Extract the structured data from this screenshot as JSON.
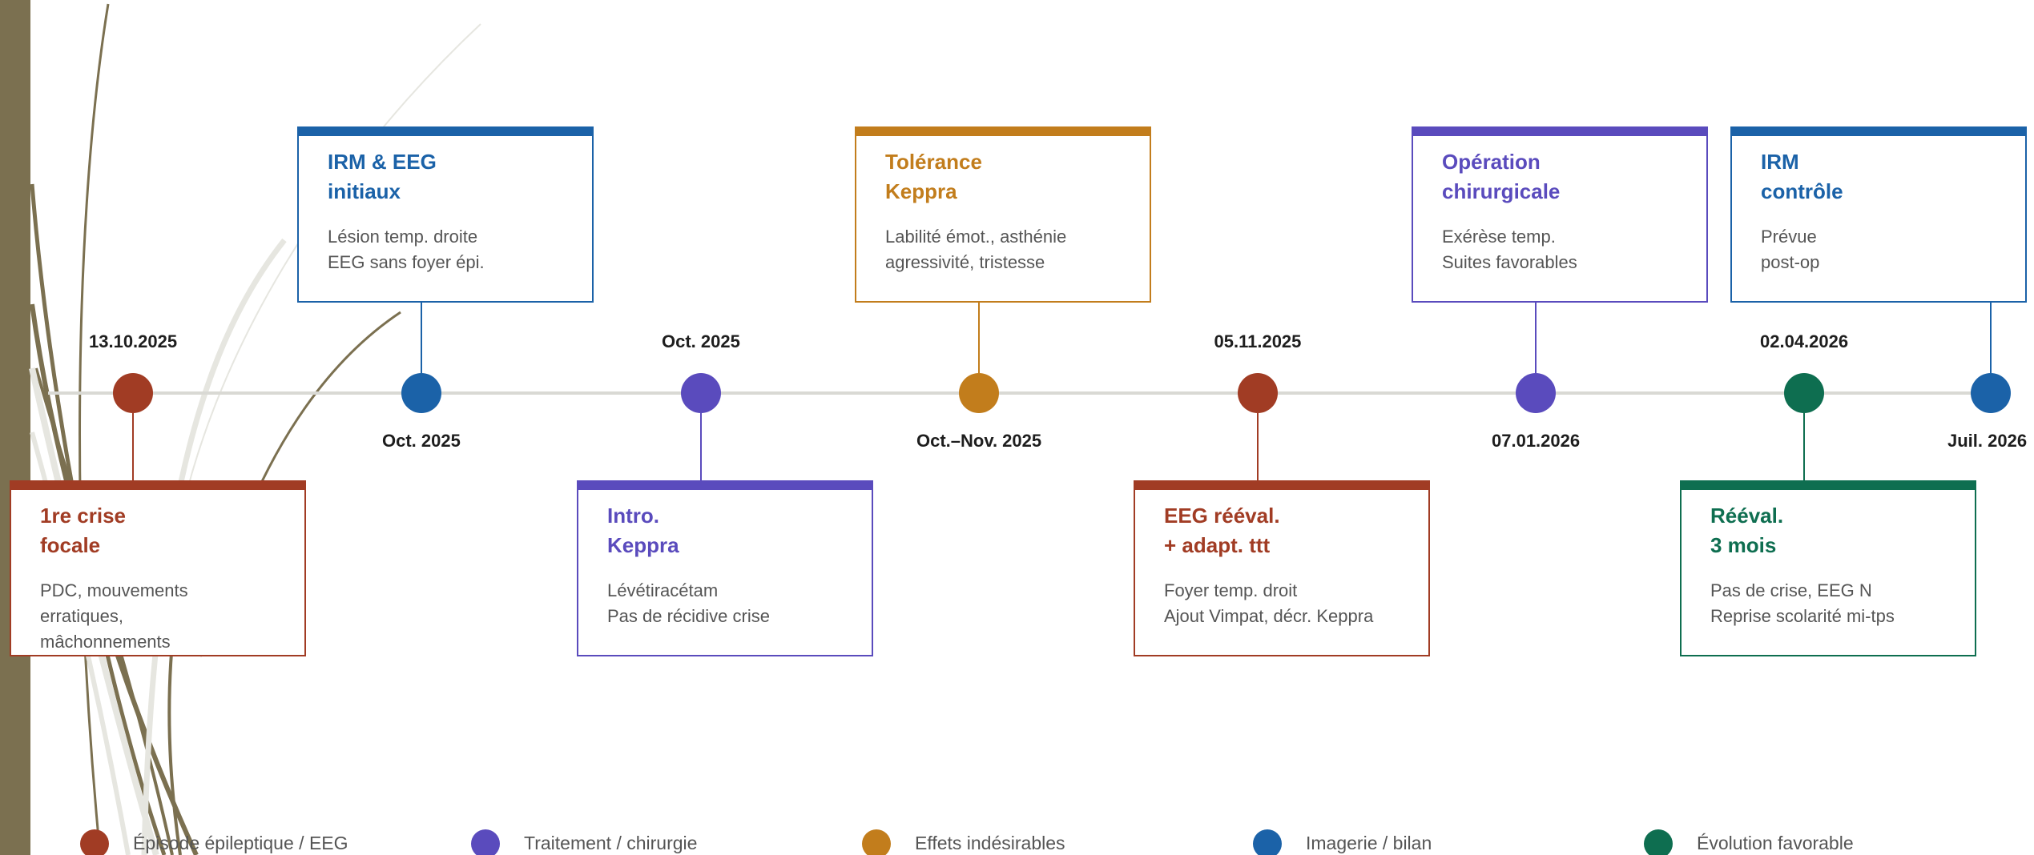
{
  "colors": {
    "episode": "#a13c24",
    "traitement": "#5a4bbd",
    "effets": "#c27d1c",
    "imagerie": "#1b62a8",
    "evolution": "#0e6e50",
    "axis": "#d9d9d4",
    "deco_bar": "#7b7050"
  },
  "events": [
    {
      "date": "13.10.2025",
      "category": "episode",
      "title": [
        "1re crise",
        "focale"
      ],
      "body": [
        "PDC, mouvements",
        "erratiques,",
        "mâchonnements"
      ]
    },
    {
      "date": "Oct. 2025",
      "category": "imagerie",
      "title": [
        "IRM & EEG",
        "initiaux"
      ],
      "body": [
        "Lésion temp. droite",
        "EEG sans foyer épi."
      ]
    },
    {
      "date": "Oct. 2025",
      "category": "traitement",
      "title": [
        "Intro.",
        "Keppra"
      ],
      "body": [
        "Lévétiracétam",
        "Pas de récidive crise"
      ]
    },
    {
      "date": "Oct.–Nov. 2025",
      "category": "effets",
      "title": [
        "Tolérance",
        "Keppra"
      ],
      "body": [
        "Labilité émot., asthénie",
        "agressivité, tristesse"
      ]
    },
    {
      "date": "05.11.2025",
      "category": "episode",
      "title": [
        "EEG rééval.",
        "+ adapt. ttt"
      ],
      "body": [
        "Foyer temp. droit",
        "Ajout Vimpat, décr. Keppra"
      ]
    },
    {
      "date": "07.01.2026",
      "category": "traitement",
      "title": [
        "Opération",
        "chirurgicale"
      ],
      "body": [
        "Exérèse temp.",
        "Suites favorables"
      ]
    },
    {
      "date": "02.04.2026",
      "category": "evolution",
      "title": [
        "Rééval.",
        "3 mois"
      ],
      "body": [
        "Pas de crise, EEG N",
        "Reprise scolarité mi-tps"
      ]
    },
    {
      "date": "Juil. 2026",
      "category": "imagerie",
      "title": [
        "IRM",
        "contrôle"
      ],
      "body": [
        "Prévue",
        "post-op"
      ]
    }
  ],
  "legend": [
    {
      "category": "episode",
      "label": "Épisode épileptique / EEG"
    },
    {
      "category": "traitement",
      "label": "Traitement / chirurgie"
    },
    {
      "category": "effets",
      "label": "Effets indésirables"
    },
    {
      "category": "imagerie",
      "label": "Imagerie / bilan"
    },
    {
      "category": "evolution",
      "label": "Évolution favorable"
    }
  ]
}
